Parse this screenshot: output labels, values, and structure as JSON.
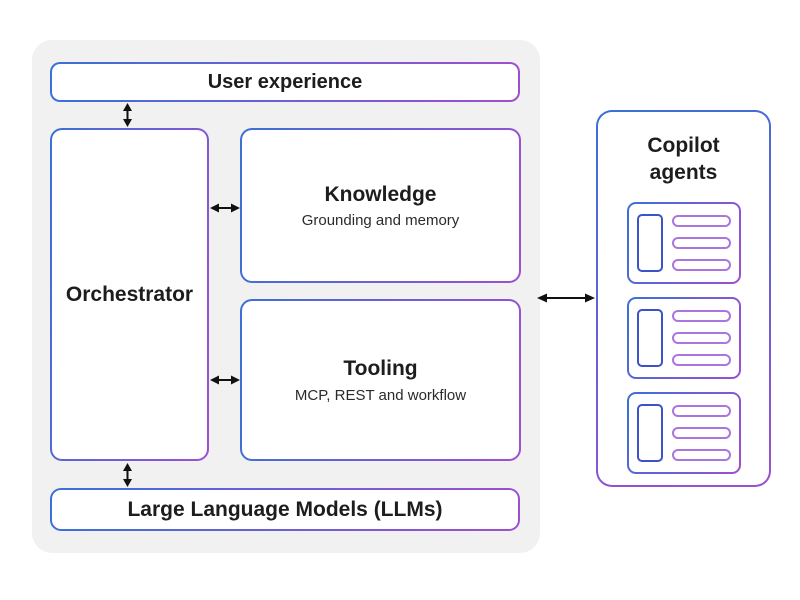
{
  "diagram": {
    "user_experience": {
      "label": "User experience"
    },
    "orchestrator": {
      "label": "Orchestrator"
    },
    "knowledge": {
      "title": "Knowledge",
      "subtitle": "Grounding and memory"
    },
    "tooling": {
      "title": "Tooling",
      "subtitle": "MCP, REST and workflow"
    },
    "llms": {
      "label": "Large Language Models (LLMs)"
    },
    "copilot_agents": {
      "title": "Copilot agents",
      "card_count": 3
    },
    "connections": [
      "user_experience <-> orchestrator",
      "orchestrator <-> knowledge",
      "orchestrator <-> tooling",
      "orchestrator <-> llms",
      "container <-> copilot_agents"
    ]
  },
  "colors": {
    "blue": "#3b70d6",
    "purple": "#9e4fd1",
    "card_inner_blue": "#3c52c8",
    "card_bar_purple": "#aa75de",
    "container_gray": "#f1f1f2",
    "text": "#1d1d1f",
    "arrow": "#111111"
  }
}
